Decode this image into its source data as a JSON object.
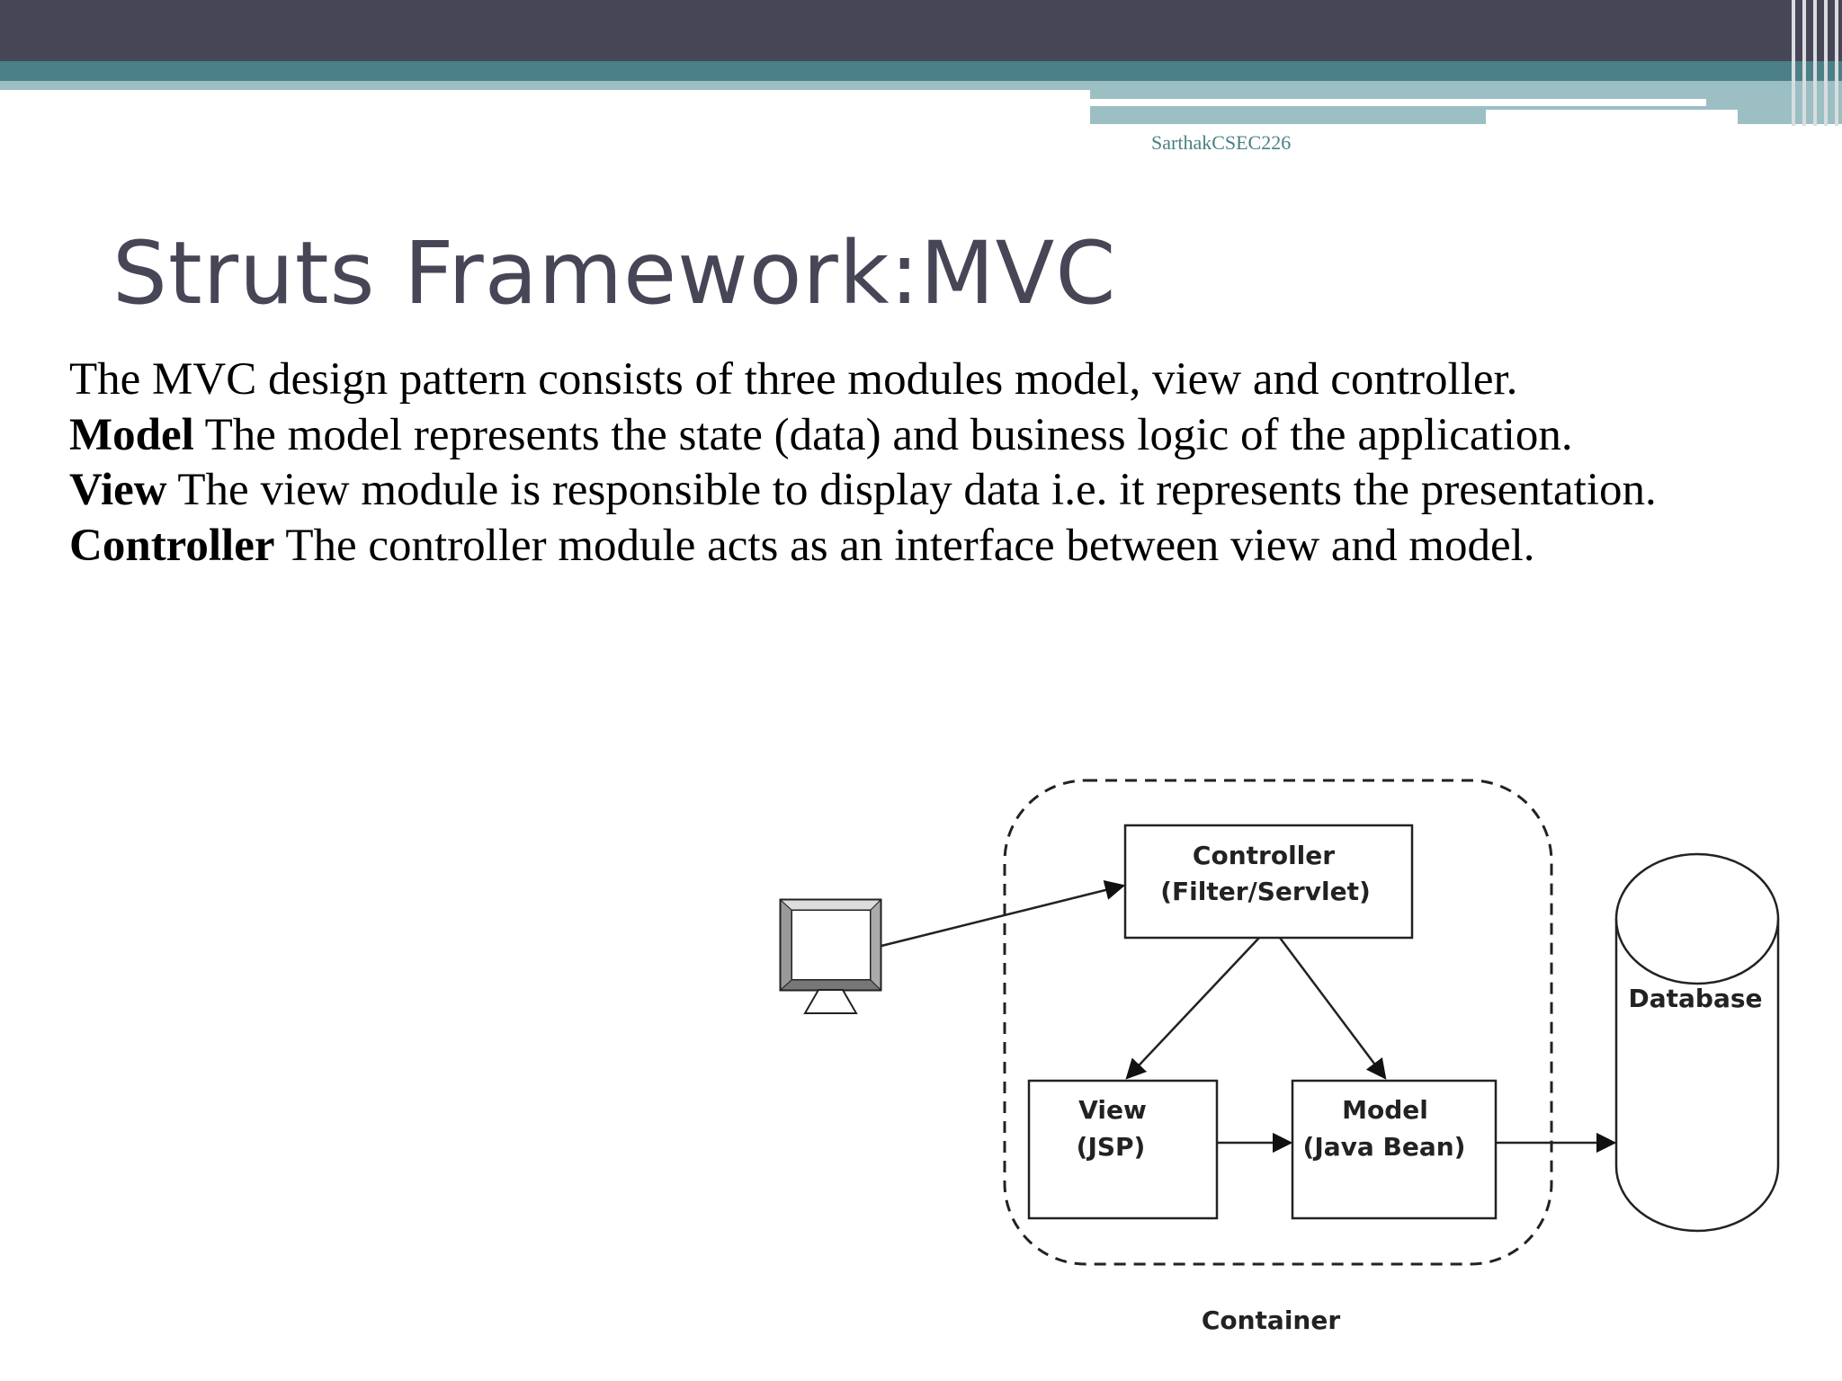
{
  "slide": {
    "watermark": "SarthakCSEC226",
    "title": "Struts Framework:MVC",
    "intro": "The MVC design pattern consists of three modules model, view and controller.",
    "model_term": "Model",
    "model_desc": " The model represents the state (data) and business logic of the application.",
    "view_term": "View",
    "view_desc": " The view module is responsible to display data i.e. it represents the presentation.",
    "controller_term": "Controller",
    "controller_desc": " The controller module acts as an interface between view and model."
  },
  "diagram": {
    "controller_line1": "Controller",
    "controller_line2": "(Filter/Servlet)",
    "view_line1": "View",
    "view_line2": "(JSP)",
    "model_line1": "Model",
    "model_line2": "(Java Bean)",
    "database": "Database",
    "container": "Container",
    "client_icon": "monitor-icon"
  },
  "colors": {
    "header_dark": "#464656",
    "header_teal": "#4a8086",
    "header_light": "#9bbfc3",
    "title": "#464656"
  }
}
